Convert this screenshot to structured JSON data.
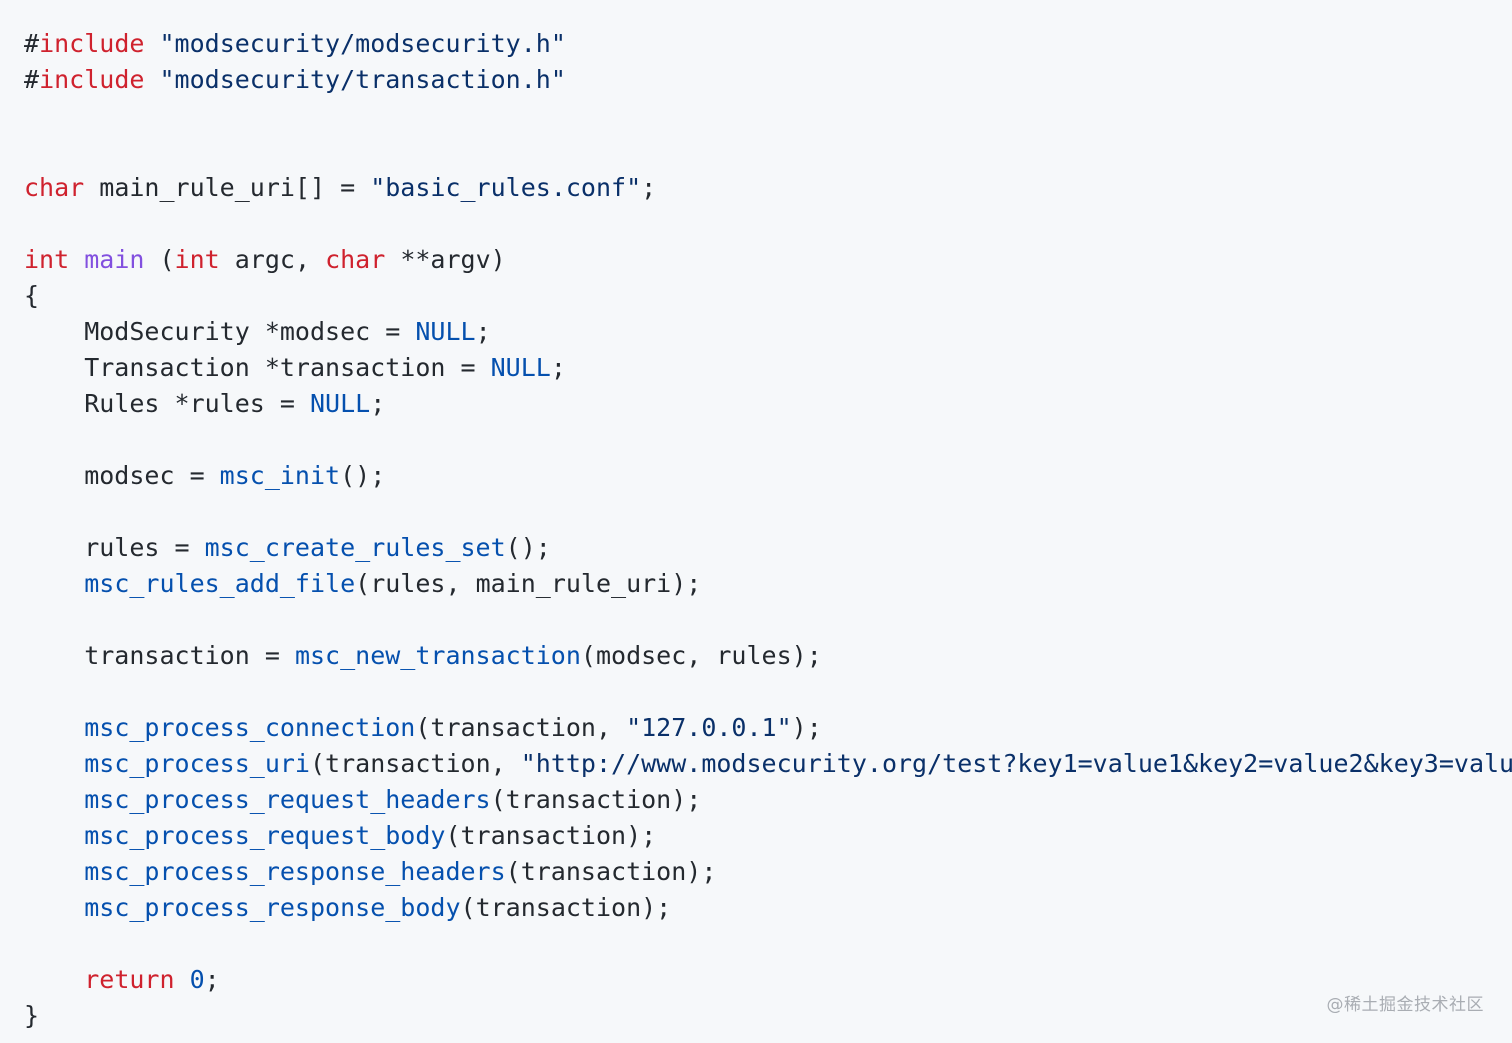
{
  "colors": {
    "background": "#f6f8fa",
    "plain": "#24292f",
    "keyword": "#cf222e",
    "function": "#0550ae",
    "function_name": "#8250df",
    "string": "#0a3069"
  },
  "code": {
    "lines": [
      [
        {
          "t": "#",
          "c": "pl"
        },
        {
          "t": "include",
          "c": "kw"
        },
        {
          "t": " ",
          "c": "pl"
        },
        {
          "t": "\"modsecurity/modsecurity.h\"",
          "c": "str"
        }
      ],
      [
        {
          "t": "#",
          "c": "pl"
        },
        {
          "t": "include",
          "c": "kw"
        },
        {
          "t": " ",
          "c": "pl"
        },
        {
          "t": "\"modsecurity/transaction.h\"",
          "c": "str"
        }
      ],
      [],
      [],
      [
        {
          "t": "char",
          "c": "kw"
        },
        {
          "t": " main_rule_uri[] = ",
          "c": "pl"
        },
        {
          "t": "\"basic_rules.conf\"",
          "c": "str"
        },
        {
          "t": ";",
          "c": "pl"
        }
      ],
      [],
      [
        {
          "t": "int",
          "c": "kw"
        },
        {
          "t": " ",
          "c": "pl"
        },
        {
          "t": "main",
          "c": "fnname"
        },
        {
          "t": " (",
          "c": "pl"
        },
        {
          "t": "int",
          "c": "kw"
        },
        {
          "t": " argc, ",
          "c": "pl"
        },
        {
          "t": "char",
          "c": "kw"
        },
        {
          "t": " **argv)",
          "c": "pl"
        }
      ],
      [
        {
          "t": "{",
          "c": "pl"
        }
      ],
      [
        {
          "t": "    ModSecurity *modsec = ",
          "c": "pl"
        },
        {
          "t": "NULL",
          "c": "const"
        },
        {
          "t": ";",
          "c": "pl"
        }
      ],
      [
        {
          "t": "    Transaction *transaction = ",
          "c": "pl"
        },
        {
          "t": "NULL",
          "c": "const"
        },
        {
          "t": ";",
          "c": "pl"
        }
      ],
      [
        {
          "t": "    Rules *rules = ",
          "c": "pl"
        },
        {
          "t": "NULL",
          "c": "const"
        },
        {
          "t": ";",
          "c": "pl"
        }
      ],
      [],
      [
        {
          "t": "    modsec = ",
          "c": "pl"
        },
        {
          "t": "msc_init",
          "c": "fn"
        },
        {
          "t": "();",
          "c": "pl"
        }
      ],
      [],
      [
        {
          "t": "    rules = ",
          "c": "pl"
        },
        {
          "t": "msc_create_rules_set",
          "c": "fn"
        },
        {
          "t": "();",
          "c": "pl"
        }
      ],
      [
        {
          "t": "    ",
          "c": "pl"
        },
        {
          "t": "msc_rules_add_file",
          "c": "fn"
        },
        {
          "t": "(rules, main_rule_uri);",
          "c": "pl"
        }
      ],
      [],
      [
        {
          "t": "    transaction = ",
          "c": "pl"
        },
        {
          "t": "msc_new_transaction",
          "c": "fn"
        },
        {
          "t": "(modsec, rules);",
          "c": "pl"
        }
      ],
      [],
      [
        {
          "t": "    ",
          "c": "pl"
        },
        {
          "t": "msc_process_connection",
          "c": "fn"
        },
        {
          "t": "(transaction, ",
          "c": "pl"
        },
        {
          "t": "\"127.0.0.1\"",
          "c": "str"
        },
        {
          "t": ");",
          "c": "pl"
        }
      ],
      [
        {
          "t": "    ",
          "c": "pl"
        },
        {
          "t": "msc_process_uri",
          "c": "fn"
        },
        {
          "t": "(transaction, ",
          "c": "pl"
        },
        {
          "t": "\"http://www.modsecurity.org/test?key1=value1&key2=value2&key3=valu",
          "c": "str"
        }
      ],
      [
        {
          "t": "    ",
          "c": "pl"
        },
        {
          "t": "msc_process_request_headers",
          "c": "fn"
        },
        {
          "t": "(transaction);",
          "c": "pl"
        }
      ],
      [
        {
          "t": "    ",
          "c": "pl"
        },
        {
          "t": "msc_process_request_body",
          "c": "fn"
        },
        {
          "t": "(transaction);",
          "c": "pl"
        }
      ],
      [
        {
          "t": "    ",
          "c": "pl"
        },
        {
          "t": "msc_process_response_headers",
          "c": "fn"
        },
        {
          "t": "(transaction);",
          "c": "pl"
        }
      ],
      [
        {
          "t": "    ",
          "c": "pl"
        },
        {
          "t": "msc_process_response_body",
          "c": "fn"
        },
        {
          "t": "(transaction);",
          "c": "pl"
        }
      ],
      [],
      [
        {
          "t": "    ",
          "c": "pl"
        },
        {
          "t": "return",
          "c": "kw"
        },
        {
          "t": " ",
          "c": "pl"
        },
        {
          "t": "0",
          "c": "num"
        },
        {
          "t": ";",
          "c": "pl"
        }
      ],
      [
        {
          "t": "}",
          "c": "pl"
        }
      ]
    ]
  },
  "watermark": "@稀土掘金技术社区"
}
